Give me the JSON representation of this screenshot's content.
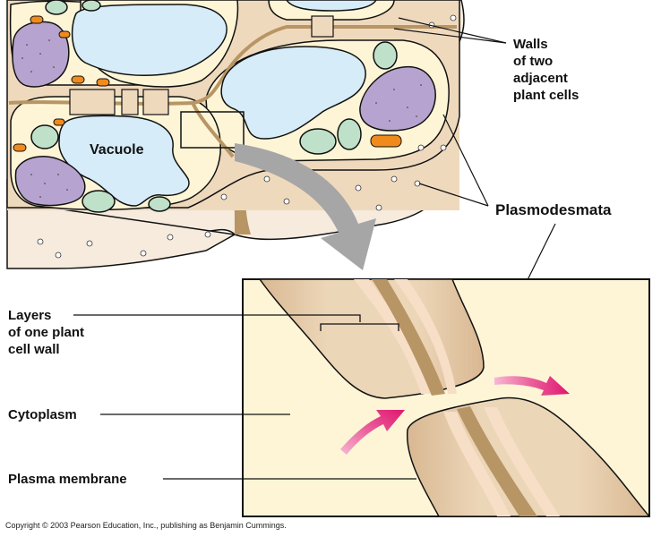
{
  "figure": {
    "labels": {
      "walls": "Walls\nof two\nadjacent\nplant cells",
      "walls_lines": [
        "Walls",
        "of two",
        "adjacent",
        "plant cells"
      ],
      "plasmodesmata": "Plasmodesmata",
      "vacuole": "Vacuole",
      "layers_lines": [
        "Layers",
        "of one plant",
        "cell wall"
      ],
      "cytoplasm": "Cytoplasm",
      "plasma_membrane": "Plasma membrane"
    },
    "copyright": "Copyright © 2003 Pearson Education, Inc., publishing as Benjamin Cummings.",
    "colors": {
      "cytoplasm": "#fdf5d6",
      "vacuole": "#d6ecf8",
      "wall_light": "#efd9bd",
      "wall_mid": "#e8cfae",
      "middle_lamella": "#b89565",
      "wall_outer": "#f6ebdd",
      "nucleus": "#b7a3cf",
      "chloroplast": "#bfe0c9",
      "mitochondrion": "#f08a1c",
      "arrow_gray": "#a6a6a6",
      "flow_arrow": "#e0166f",
      "outline": "#111111"
    },
    "icons": {
      "zoom_arrow": "curved-down-arrow-icon",
      "flow_arrows": "curved-arrow-icon"
    }
  }
}
